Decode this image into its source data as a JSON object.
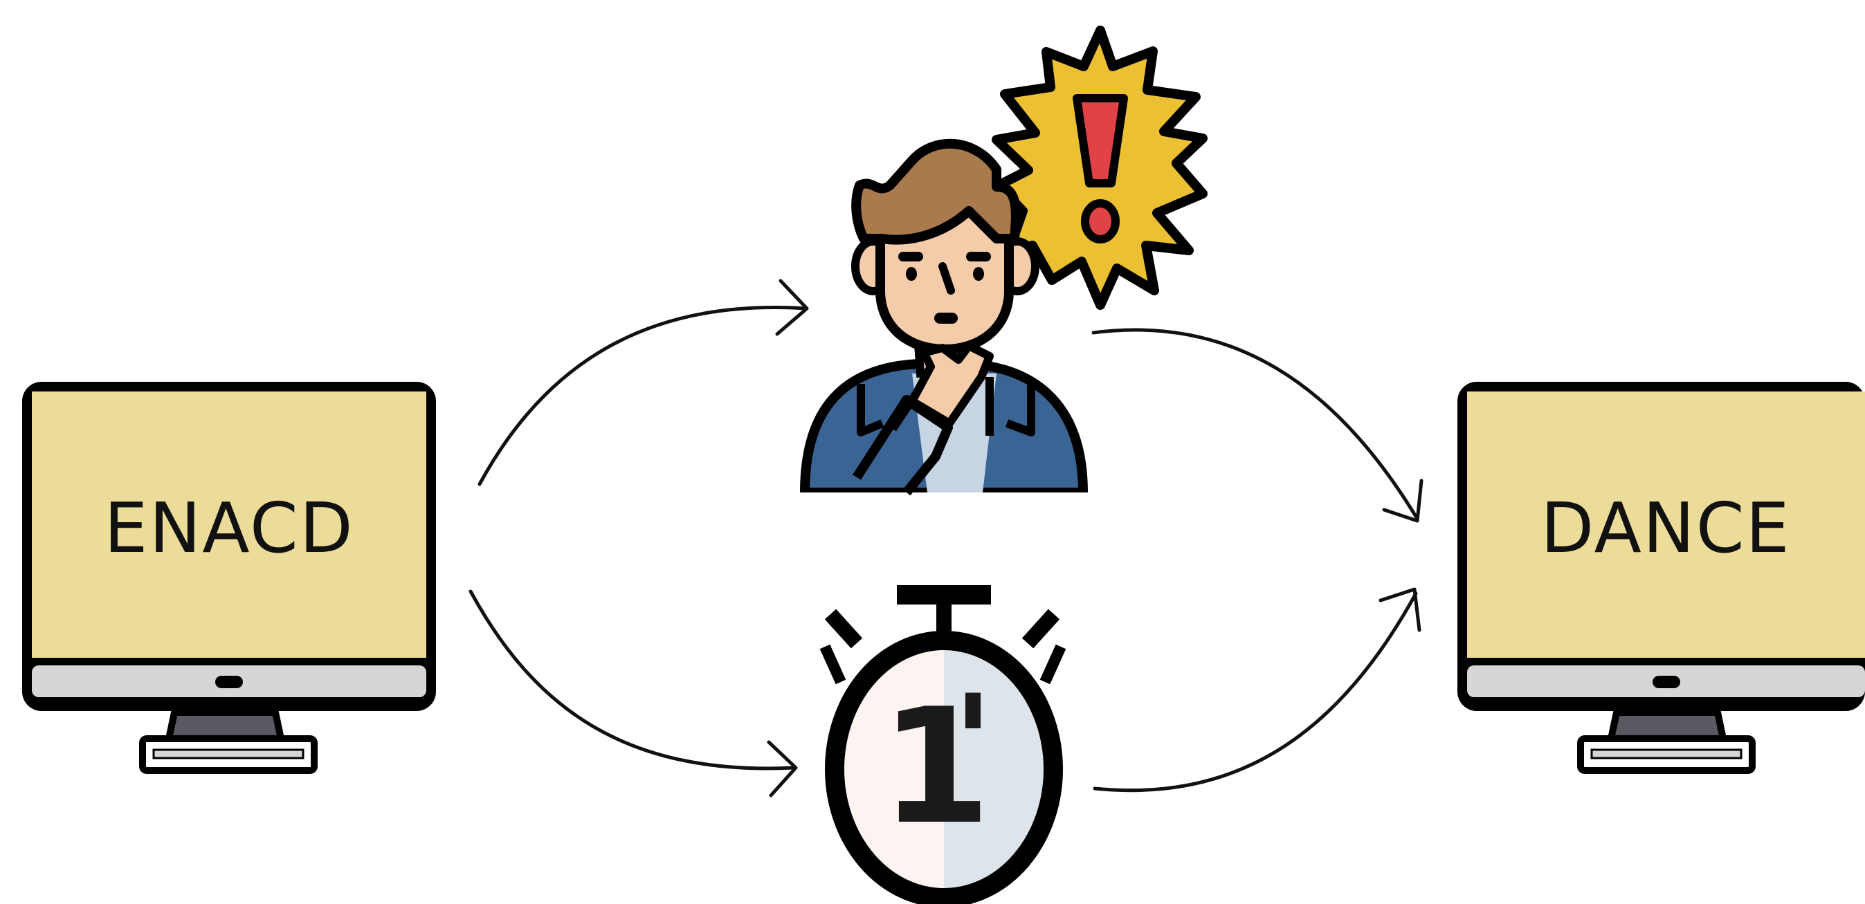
{
  "monitors": {
    "left_word": "ENACD",
    "right_word": "DANCE"
  },
  "timer": {
    "digit": "1",
    "prime": "'"
  },
  "colors": {
    "screen": "#ecdc9a",
    "bezel": "#d6d6d8",
    "stand": "#5a5860",
    "outline": "#000000",
    "hair": "#a87a4c",
    "skin": "#f5ccaa",
    "jacket": "#3a6494",
    "shirt": "#c6d4e4",
    "burst": "#ecc033",
    "alert": "#e04246",
    "timer_left": "#fdf3f1",
    "timer_right": "#dde5eb"
  },
  "icons": [
    "monitor-icon",
    "thinking-person-icon",
    "exclamation-burst-icon",
    "stopwatch-icon",
    "arrow-icon"
  ]
}
